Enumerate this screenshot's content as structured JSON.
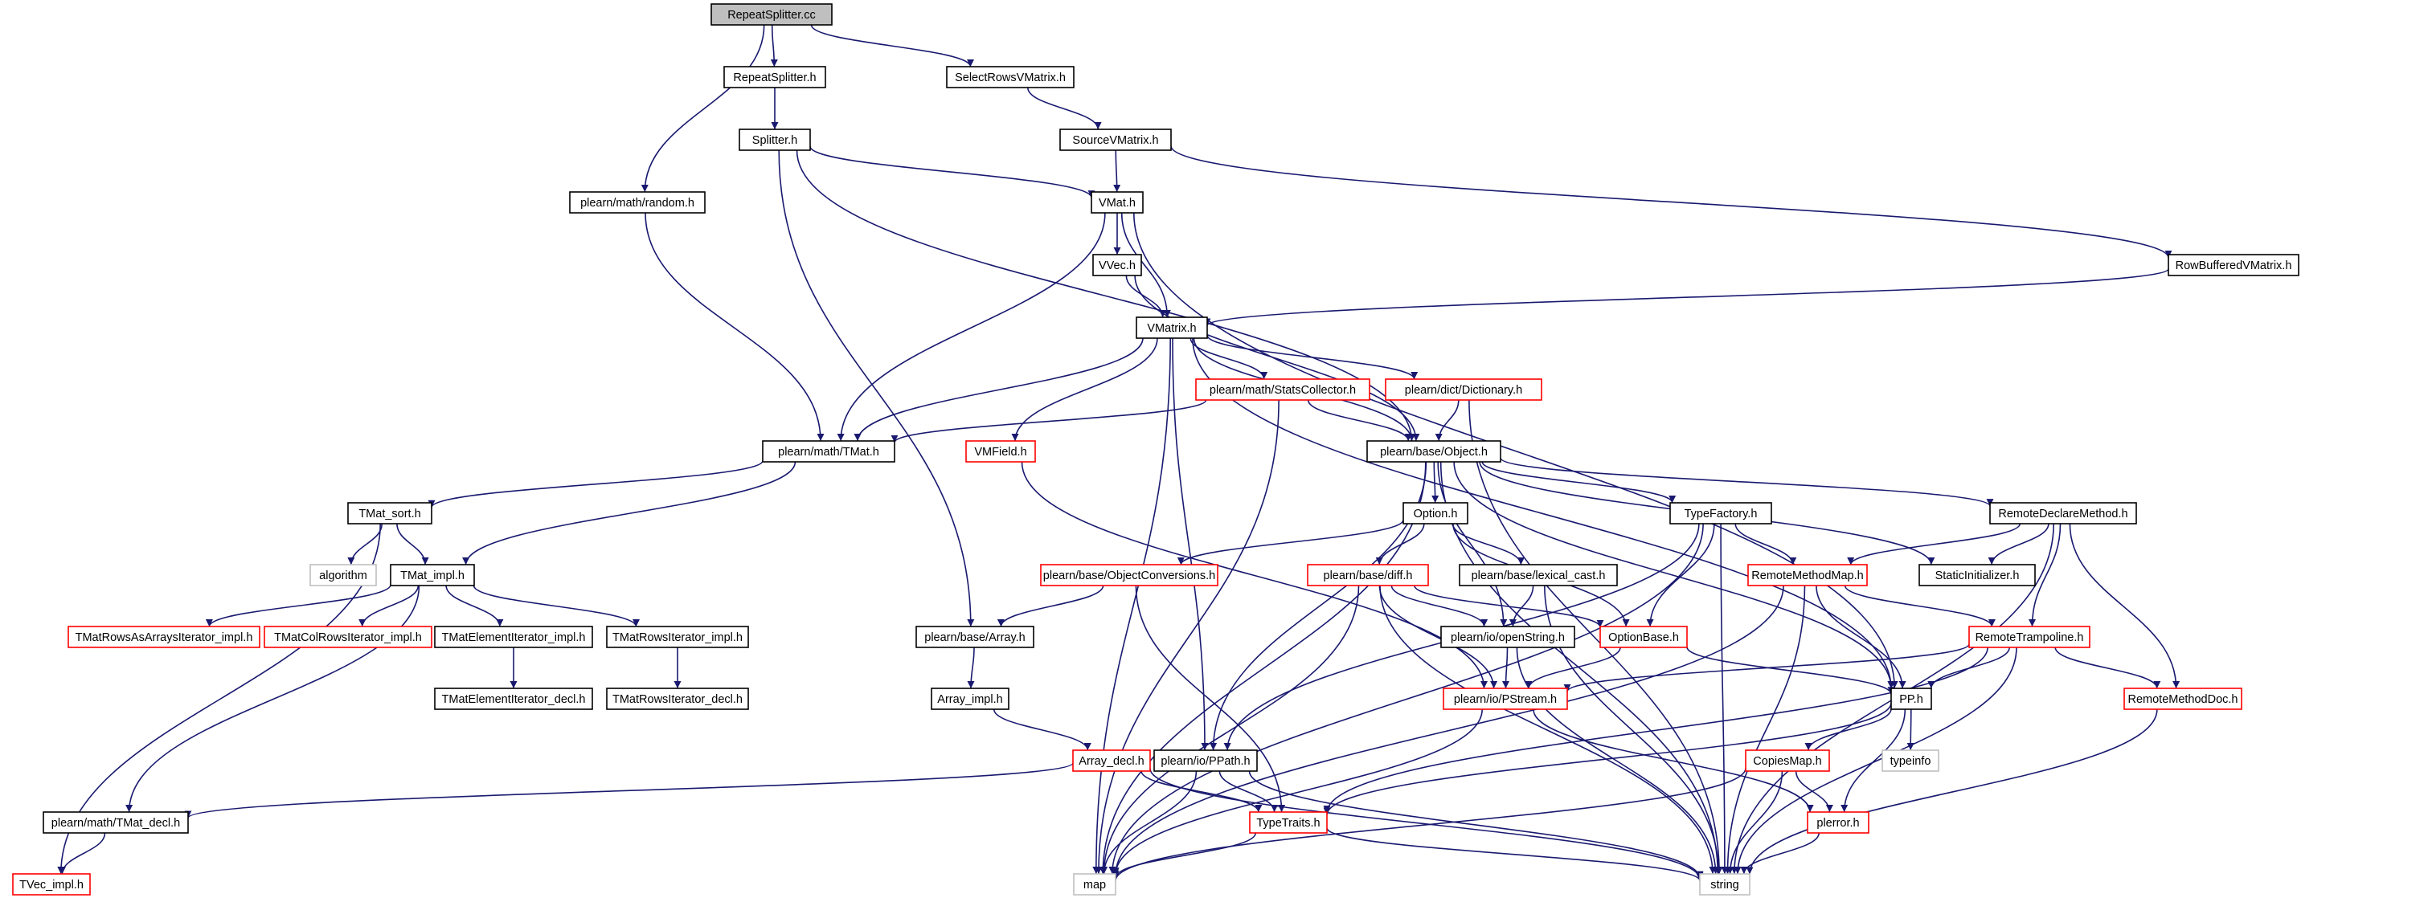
{
  "colors": {
    "edge": "#191970",
    "border_default": "#000000",
    "border_truncated": "#ff0000",
    "border_external": "#bfbfbf",
    "fill_root": "#bfbfbf",
    "fill_default": "#ffffff",
    "text": "#000000"
  },
  "nodes": [
    {
      "id": "repeat_splitter_cc",
      "label": "RepeatSplitter.cc",
      "kind": "root"
    },
    {
      "id": "repeat_splitter_h",
      "label": "RepeatSplitter.h",
      "kind": "normal"
    },
    {
      "id": "select_rows_vmatrix_h",
      "label": "SelectRowsVMatrix.h",
      "kind": "normal"
    },
    {
      "id": "splitter_h",
      "label": "Splitter.h",
      "kind": "normal"
    },
    {
      "id": "source_vmatrix_h",
      "label": "SourceVMatrix.h",
      "kind": "normal"
    },
    {
      "id": "plearn_math_random_h",
      "label": "plearn/math/random.h",
      "kind": "normal"
    },
    {
      "id": "vmat_h",
      "label": "VMat.h",
      "kind": "normal"
    },
    {
      "id": "row_buffered_vmatrix_h",
      "label": "RowBufferedVMatrix.h",
      "kind": "normal"
    },
    {
      "id": "vvec_h",
      "label": "VVec.h",
      "kind": "normal"
    },
    {
      "id": "vmatrix_h",
      "label": "VMatrix.h",
      "kind": "normal"
    },
    {
      "id": "stats_collector_h",
      "label": "plearn/math/StatsCollector.h",
      "kind": "truncated"
    },
    {
      "id": "dictionary_h",
      "label": "plearn/dict/Dictionary.h",
      "kind": "truncated"
    },
    {
      "id": "tmat_h",
      "label": "plearn/math/TMat.h",
      "kind": "normal"
    },
    {
      "id": "vmfield_h",
      "label": "VMField.h",
      "kind": "truncated"
    },
    {
      "id": "object_h",
      "label": "plearn/base/Object.h",
      "kind": "normal"
    },
    {
      "id": "tmat_sort_h",
      "label": "TMat_sort.h",
      "kind": "normal"
    },
    {
      "id": "option_h",
      "label": "Option.h",
      "kind": "normal"
    },
    {
      "id": "type_factory_h",
      "label": "TypeFactory.h",
      "kind": "normal"
    },
    {
      "id": "remote_declare_method_h",
      "label": "RemoteDeclareMethod.h",
      "kind": "normal"
    },
    {
      "id": "algorithm",
      "label": "algorithm",
      "kind": "external"
    },
    {
      "id": "tmat_impl_h",
      "label": "TMat_impl.h",
      "kind": "normal"
    },
    {
      "id": "object_conversions_h",
      "label": "plearn/base/ObjectConversions.h",
      "kind": "truncated"
    },
    {
      "id": "diff_h",
      "label": "plearn/base/diff.h",
      "kind": "truncated"
    },
    {
      "id": "lexical_cast_h",
      "label": "plearn/base/lexical_cast.h",
      "kind": "normal"
    },
    {
      "id": "remote_method_map_h",
      "label": "RemoteMethodMap.h",
      "kind": "truncated"
    },
    {
      "id": "static_initializer_h",
      "label": "StaticInitializer.h",
      "kind": "normal"
    },
    {
      "id": "tmat_rows_as_arrays_iterator_impl_h",
      "label": "TMatRowsAsArraysIterator_impl.h",
      "kind": "truncated"
    },
    {
      "id": "tmat_col_rows_iterator_impl_h",
      "label": "TMatColRowsIterator_impl.h",
      "kind": "truncated"
    },
    {
      "id": "tmat_element_iterator_impl_h",
      "label": "TMatElementIterator_impl.h",
      "kind": "normal"
    },
    {
      "id": "tmat_rows_iterator_impl_h",
      "label": "TMatRowsIterator_impl.h",
      "kind": "normal"
    },
    {
      "id": "array_h",
      "label": "plearn/base/Array.h",
      "kind": "normal"
    },
    {
      "id": "open_string_h",
      "label": "plearn/io/openString.h",
      "kind": "normal"
    },
    {
      "id": "option_base_h",
      "label": "OptionBase.h",
      "kind": "truncated"
    },
    {
      "id": "remote_trampoline_h",
      "label": "RemoteTrampoline.h",
      "kind": "truncated"
    },
    {
      "id": "tmat_element_iterator_decl_h",
      "label": "TMatElementIterator_decl.h",
      "kind": "normal"
    },
    {
      "id": "tmat_rows_iterator_decl_h",
      "label": "TMatRowsIterator_decl.h",
      "kind": "normal"
    },
    {
      "id": "array_impl_h",
      "label": "Array_impl.h",
      "kind": "normal"
    },
    {
      "id": "pstream_h",
      "label": "plearn/io/PStream.h",
      "kind": "truncated"
    },
    {
      "id": "pp_h",
      "label": "PP.h",
      "kind": "normal"
    },
    {
      "id": "remote_method_doc_h",
      "label": "RemoteMethodDoc.h",
      "kind": "truncated"
    },
    {
      "id": "array_decl_h",
      "label": "Array_decl.h",
      "kind": "truncated"
    },
    {
      "id": "ppath_h",
      "label": "plearn/io/PPath.h",
      "kind": "normal"
    },
    {
      "id": "typeinfo",
      "label": "typeinfo",
      "kind": "external"
    },
    {
      "id": "copies_map_h",
      "label": "CopiesMap.h",
      "kind": "truncated"
    },
    {
      "id": "tmat_decl_h",
      "label": "plearn/math/TMat_decl.h",
      "kind": "normal"
    },
    {
      "id": "type_traits_h",
      "label": "TypeTraits.h",
      "kind": "truncated"
    },
    {
      "id": "plerror_h",
      "label": "plerror.h",
      "kind": "truncated"
    },
    {
      "id": "tvec_impl_h",
      "label": "TVec_impl.h",
      "kind": "truncated"
    },
    {
      "id": "map",
      "label": "map",
      "kind": "external"
    },
    {
      "id": "string",
      "label": "string",
      "kind": "external"
    }
  ],
  "edges": [
    [
      "repeat_splitter_cc",
      "repeat_splitter_h"
    ],
    [
      "repeat_splitter_cc",
      "select_rows_vmatrix_h"
    ],
    [
      "repeat_splitter_cc",
      "plearn_math_random_h"
    ],
    [
      "repeat_splitter_h",
      "splitter_h"
    ],
    [
      "select_rows_vmatrix_h",
      "source_vmatrix_h"
    ],
    [
      "splitter_h",
      "vmat_h"
    ],
    [
      "splitter_h",
      "object_h"
    ],
    [
      "splitter_h",
      "array_h"
    ],
    [
      "source_vmatrix_h",
      "vmat_h"
    ],
    [
      "source_vmatrix_h",
      "row_buffered_vmatrix_h"
    ],
    [
      "plearn_math_random_h",
      "tmat_h"
    ],
    [
      "vmat_h",
      "vvec_h"
    ],
    [
      "vmat_h",
      "vmatrix_h"
    ],
    [
      "vmat_h",
      "tmat_h"
    ],
    [
      "vmat_h",
      "pp_h"
    ],
    [
      "row_buffered_vmatrix_h",
      "vmatrix_h"
    ],
    [
      "vvec_h",
      "vmatrix_h"
    ],
    [
      "vvec_h",
      "object_h"
    ],
    [
      "vmatrix_h",
      "stats_collector_h"
    ],
    [
      "vmatrix_h",
      "dictionary_h"
    ],
    [
      "vmatrix_h",
      "tmat_h"
    ],
    [
      "vmatrix_h",
      "vmfield_h"
    ],
    [
      "vmatrix_h",
      "object_h"
    ],
    [
      "vmatrix_h",
      "ppath_h"
    ],
    [
      "vmatrix_h",
      "map"
    ],
    [
      "vmatrix_h",
      "pp_h"
    ],
    [
      "stats_collector_h",
      "tmat_h"
    ],
    [
      "stats_collector_h",
      "object_h"
    ],
    [
      "stats_collector_h",
      "map"
    ],
    [
      "dictionary_h",
      "object_h"
    ],
    [
      "dictionary_h",
      "string"
    ],
    [
      "tmat_h",
      "tmat_sort_h"
    ],
    [
      "tmat_h",
      "tmat_impl_h"
    ],
    [
      "vmfield_h",
      "pstream_h"
    ],
    [
      "object_h",
      "option_h"
    ],
    [
      "object_h",
      "type_factory_h"
    ],
    [
      "object_h",
      "remote_declare_method_h"
    ],
    [
      "object_h",
      "static_initializer_h"
    ],
    [
      "object_h",
      "open_string_h"
    ],
    [
      "object_h",
      "pp_h"
    ],
    [
      "object_h",
      "ppath_h"
    ],
    [
      "object_h",
      "map"
    ],
    [
      "object_h",
      "string"
    ],
    [
      "tmat_sort_h",
      "algorithm"
    ],
    [
      "tmat_sort_h",
      "tmat_impl_h"
    ],
    [
      "tmat_sort_h",
      "tvec_impl_h"
    ],
    [
      "option_h",
      "object_conversions_h"
    ],
    [
      "option_h",
      "diff_h"
    ],
    [
      "option_h",
      "lexical_cast_h"
    ],
    [
      "option_h",
      "option_base_h"
    ],
    [
      "type_factory_h",
      "remote_method_map_h"
    ],
    [
      "type_factory_h",
      "option_base_h"
    ],
    [
      "type_factory_h",
      "string"
    ],
    [
      "type_factory_h",
      "ppath_h"
    ],
    [
      "type_factory_h",
      "map"
    ],
    [
      "remote_declare_method_h",
      "remote_method_map_h"
    ],
    [
      "remote_declare_method_h",
      "static_initializer_h"
    ],
    [
      "remote_declare_method_h",
      "remote_trampoline_h"
    ],
    [
      "remote_declare_method_h",
      "remote_method_doc_h"
    ],
    [
      "remote_declare_method_h",
      "string"
    ],
    [
      "tmat_impl_h",
      "tmat_rows_as_arrays_iterator_impl_h"
    ],
    [
      "tmat_impl_h",
      "tmat_col_rows_iterator_impl_h"
    ],
    [
      "tmat_impl_h",
      "tmat_element_iterator_impl_h"
    ],
    [
      "tmat_impl_h",
      "tmat_rows_iterator_impl_h"
    ],
    [
      "tmat_impl_h",
      "tmat_decl_h"
    ],
    [
      "object_conversions_h",
      "array_h"
    ],
    [
      "object_conversions_h",
      "type_traits_h"
    ],
    [
      "diff_h",
      "open_string_h"
    ],
    [
      "diff_h",
      "option_base_h"
    ],
    [
      "diff_h",
      "pstream_h"
    ],
    [
      "diff_h",
      "map"
    ],
    [
      "diff_h",
      "string"
    ],
    [
      "lexical_cast_h",
      "open_string_h"
    ],
    [
      "lexical_cast_h",
      "string"
    ],
    [
      "remote_method_map_h",
      "remote_trampoline_h"
    ],
    [
      "remote_method_map_h",
      "pp_h"
    ],
    [
      "remote_method_map_h",
      "map"
    ],
    [
      "remote_method_map_h",
      "string"
    ],
    [
      "tmat_element_iterator_impl_h",
      "tmat_element_iterator_decl_h"
    ],
    [
      "tmat_rows_iterator_impl_h",
      "tmat_rows_iterator_decl_h"
    ],
    [
      "array_h",
      "array_impl_h"
    ],
    [
      "open_string_h",
      "pstream_h"
    ],
    [
      "open_string_h",
      "string"
    ],
    [
      "option_base_h",
      "pstream_h"
    ],
    [
      "option_base_h",
      "pp_h"
    ],
    [
      "remote_trampoline_h",
      "pstream_h"
    ],
    [
      "remote_trampoline_h",
      "pp_h"
    ],
    [
      "remote_trampoline_h",
      "remote_method_doc_h"
    ],
    [
      "remote_trampoline_h",
      "type_traits_h"
    ],
    [
      "remote_trampoline_h",
      "string"
    ],
    [
      "array_impl_h",
      "array_decl_h"
    ],
    [
      "pstream_h",
      "plerror_h"
    ],
    [
      "pstream_h",
      "map"
    ],
    [
      "pp_h",
      "typeinfo"
    ],
    [
      "pp_h",
      "copies_map_h"
    ],
    [
      "pp_h",
      "type_traits_h"
    ],
    [
      "pp_h",
      "plerror_h"
    ],
    [
      "remote_method_doc_h",
      "string"
    ],
    [
      "array_decl_h",
      "tmat_decl_h"
    ],
    [
      "array_decl_h",
      "type_traits_h"
    ],
    [
      "array_decl_h",
      "string"
    ],
    [
      "ppath_h",
      "type_traits_h"
    ],
    [
      "ppath_h",
      "map"
    ],
    [
      "ppath_h",
      "string"
    ],
    [
      "copies_map_h",
      "plerror_h"
    ],
    [
      "copies_map_h",
      "map"
    ],
    [
      "copies_map_h",
      "string"
    ],
    [
      "tmat_decl_h",
      "tvec_impl_h"
    ],
    [
      "type_traits_h",
      "map"
    ],
    [
      "type_traits_h",
      "string"
    ],
    [
      "plerror_h",
      "string"
    ]
  ]
}
